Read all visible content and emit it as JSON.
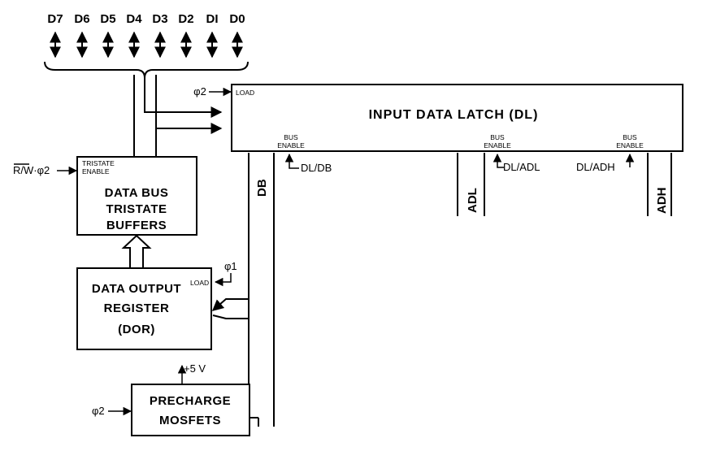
{
  "data_pins": [
    "D7",
    "D6",
    "D5",
    "D4",
    "D3",
    "D2",
    "DI",
    "D0"
  ],
  "blocks": {
    "input_latch": {
      "title": "INPUT DATA LATCH (DL)",
      "load": "LOAD"
    },
    "tristate": {
      "line1": "DATA BUS",
      "line2": "TRISTATE",
      "line3": "BUFFERS",
      "enable1": "TRISTATE",
      "enable2": "ENABLE"
    },
    "dor": {
      "line1": "DATA OUTPUT",
      "line2": "REGISTER",
      "line3": "(DOR)",
      "load": "LOAD"
    },
    "precharge": {
      "line1": "PRECHARGE",
      "line2": "MOSFETS"
    }
  },
  "bus_enables": [
    {
      "top": "BUS",
      "bottom": "ENABLE",
      "signal": "DL/DB"
    },
    {
      "top": "BUS",
      "bottom": "ENABLE",
      "signal": "DL/ADL"
    },
    {
      "top": "BUS",
      "bottom": "ENABLE",
      "signal": "DL/ADH"
    }
  ],
  "buses": {
    "db": "DB",
    "adl": "ADL",
    "adh": "ADH"
  },
  "signals": {
    "phi2_latch": "φ2",
    "rw_phi2": "R/W·φ2",
    "phi1_dor": "φ1",
    "phi2_precharge": "φ2",
    "vplus": "+5 V"
  },
  "colors": {
    "ink": "#000000",
    "paper": "#ffffff"
  }
}
